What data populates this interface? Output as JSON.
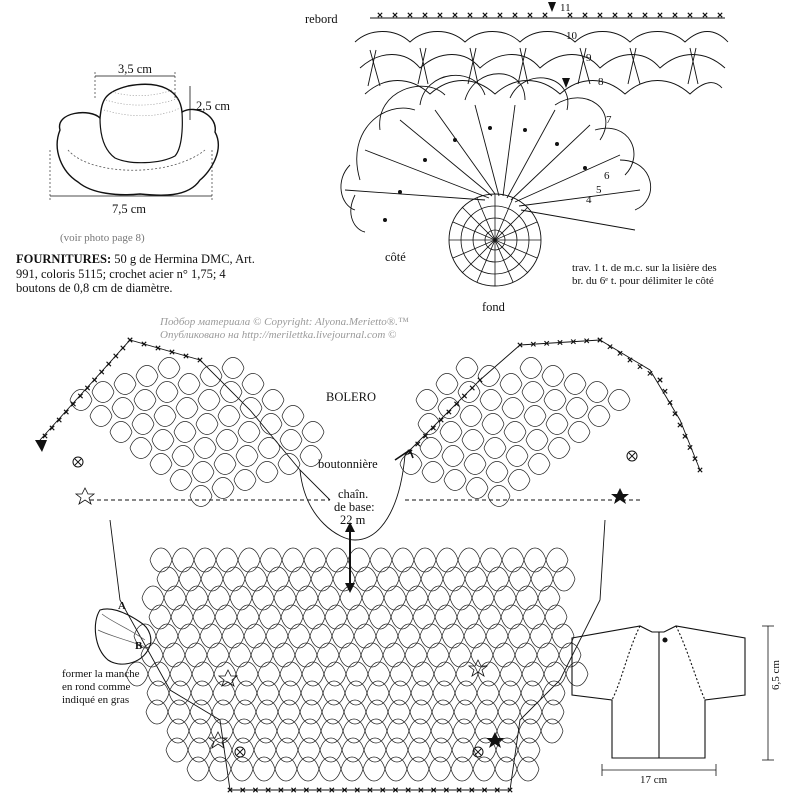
{
  "hat": {
    "top_width": "3,5 cm",
    "crown_height": "2,5 cm",
    "brim_width": "7,5 cm",
    "note": "(voir photo page 8)"
  },
  "supplies": {
    "heading": "FOURNITURES:",
    "text": "50 g de Hermina DMC, Art. 991, coloris 5115; crochet acier n° 1,75; 4 boutons de 0,8 cm de diamètre."
  },
  "watermark": {
    "line1": "Подбор материала © Copyright:  Alyona.Merietto®.™",
    "line2": "Опубликовано на http://merilettka.livejournal.com ©"
  },
  "hat_chart": {
    "rebord": "rebord",
    "cote": "côté",
    "fond": "fond",
    "rows": [
      "11",
      "10",
      "9",
      "8",
      "7",
      "6",
      "5",
      "4"
    ],
    "note": "trav. 1 t. de m.c. sur la lisière des br. du 6ᵉ t. pour délimiter le côté"
  },
  "bolero": {
    "title": "BOLERO",
    "buttonhole": "boutonnière",
    "chain_label_1": "chaîn.",
    "chain_label_2": "de base:",
    "chain_label_3": "22 m",
    "sleeve_note_1": "former la manche",
    "sleeve_note_2": "en rond comme",
    "sleeve_note_3": "indiqué en gras",
    "marker_a": "A",
    "marker_b": "B"
  },
  "schematic": {
    "height": "6,5 cm",
    "width": "17 cm"
  }
}
